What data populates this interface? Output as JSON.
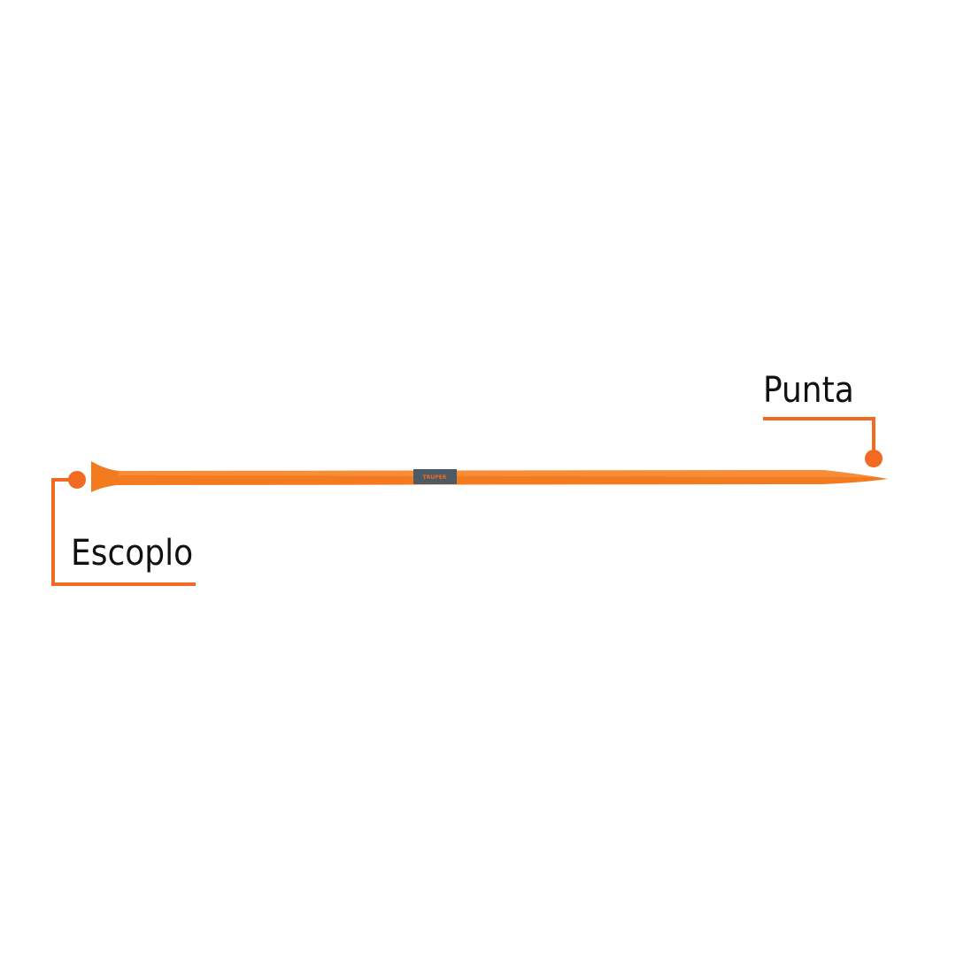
{
  "labels": {
    "tip": "Punta",
    "chisel": "Escoplo"
  },
  "product_band_brand": "TRUPER",
  "colors": {
    "accent": "#F26A21",
    "bar": "#F47A20",
    "band": "#4A5A66"
  }
}
